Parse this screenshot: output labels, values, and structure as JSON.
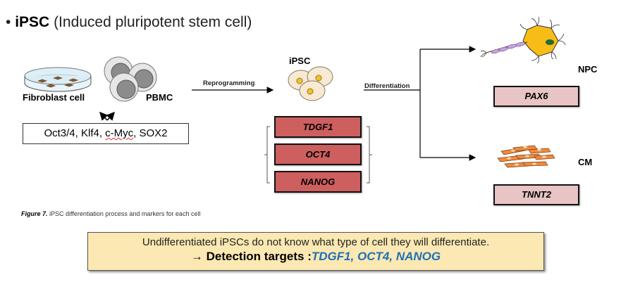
{
  "title": {
    "bullet": "•",
    "bold": "iPSC",
    "rest": "(Induced pluripotent stem cell)"
  },
  "sources": {
    "fibroblast_label": "Fibroblast cell",
    "pbmc_label": "PBMC",
    "factors": [
      "Oct3/4, Klf4, ",
      "c-Myc",
      ", SOX2"
    ]
  },
  "arrows": {
    "reprogramming": "Reprogramming",
    "differentiation": "Differentiation"
  },
  "ipsc": {
    "label": "iPSC",
    "markers": [
      "TDGF1",
      "OCT4",
      "NANOG"
    ]
  },
  "npc": {
    "label": "NPC",
    "marker": "PAX6"
  },
  "cm": {
    "label": "CM",
    "marker": "TNNT2"
  },
  "caption": {
    "prefix": "Figure 7.",
    "text": " iPSC differentiation process and markers for each cell"
  },
  "note": {
    "line1": "Undifferentiated iPSCs do not know what type of cell they will differentiate.",
    "line2_prefix": "→ Detection targets :",
    "line2_targets": "TDGF1, OCT4, NANOG"
  },
  "colors": {
    "ipsc_marker_fill": "#cd5f5f",
    "differentiated_marker_fill": "#e9c4c4",
    "note_fill": "#fbe8b2",
    "target_text": "#1e6fb8"
  }
}
